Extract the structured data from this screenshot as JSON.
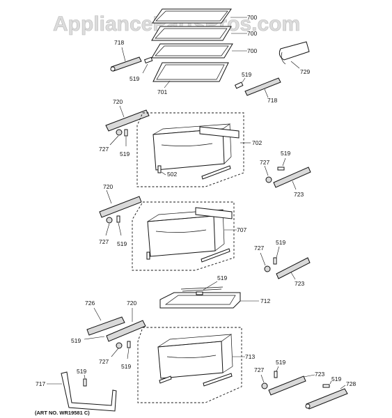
{
  "watermark": "AppliancePartsPros.com",
  "art_number": "(ART NO. WR19581 C)",
  "callouts": {
    "c700a": "700",
    "c700b": "700",
    "c700c": "700",
    "c718a": "718",
    "c519a": "519",
    "c701": "701",
    "c729": "729",
    "c519b": "519",
    "c718b": "718",
    "c720a": "720",
    "c727a": "727",
    "c519c": "519",
    "c702": "702",
    "c502": "502",
    "c519d": "519",
    "c727b": "727",
    "c723a": "723",
    "c720b": "720",
    "c727c": "727",
    "c519e": "519",
    "c707": "707",
    "c727d": "727",
    "c519f": "519",
    "c723b": "723",
    "c519g": "519",
    "c712": "712",
    "c726": "726",
    "c720c": "720",
    "c519h": "519",
    "c727e": "727",
    "c519i": "519",
    "c713": "713",
    "c727f": "727",
    "c519j": "519",
    "c723c": "723",
    "c519k": "519",
    "c728": "728",
    "c519l": "519",
    "c717": "717"
  }
}
